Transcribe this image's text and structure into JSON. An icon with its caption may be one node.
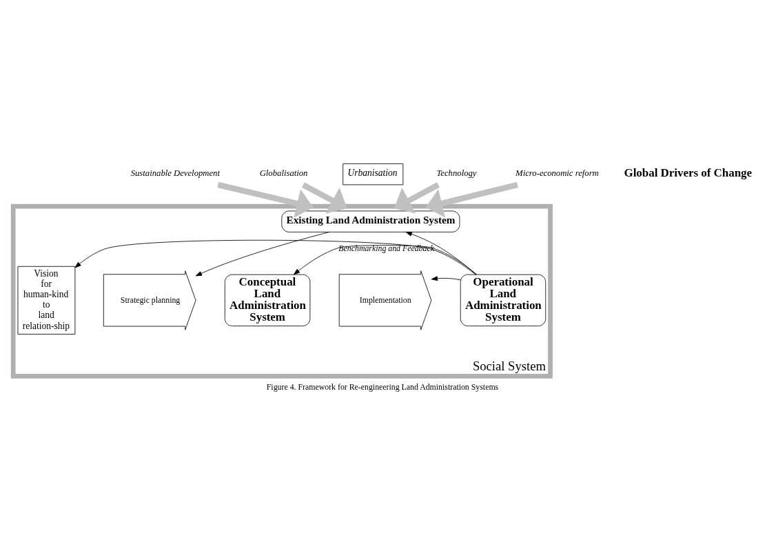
{
  "diagram": {
    "caption": "Figure 4. Framework for Re-engineering Land Administration Systems",
    "nodes": [
      {
        "text": [
          "Social System"
        ]
      },
      {
        "text": [
          "Urbanisation"
        ]
      },
      {
        "text": [
          "Globalisation"
        ]
      },
      {
        "text": [
          "Technology"
        ]
      },
      {
        "text": [
          "Sustainable Development"
        ]
      },
      {
        "text": [
          "Micro-economic reform"
        ]
      },
      {
        "text": [
          "Vision for human-kind to land relation-ship"
        ],
        "in": 0
      },
      {
        "text": [
          "Existing Land Administration System"
        ],
        "in": 0
      },
      {
        "text": [
          "Strategic planning"
        ],
        "in": 0
      },
      {
        "text": [
          "Conceptual Land Administration System"
        ],
        "in": 0
      },
      {
        "text": [
          "Implementation"
        ],
        "in": 0
      },
      {
        "text": [
          "Operational Land Administration System"
        ],
        "in": 0
      }
    ],
    "edges": [
      {
        "from": 4,
        "to": 0,
        "arrow": "to",
        "style": "thick",
        "color": "#c0c0c0"
      },
      {
        "from": 2,
        "to": 0,
        "arrow": "to",
        "style": "thick",
        "color": "#c0c0c0"
      },
      {
        "from": 3,
        "to": 0,
        "arrow": "to",
        "style": "thick",
        "color": "#c0c0c0"
      },
      {
        "from": 5,
        "to": 0,
        "arrow": "to",
        "style": "thick",
        "color": "#c0c0c0"
      },
      {
        "from": 11,
        "to": 6,
        "arrow": "to"
      },
      {
        "from": 11,
        "to": 7,
        "arrow": "to"
      },
      {
        "from": 11,
        "to": 9,
        "arrow": "to",
        "label": "Benchmarking and Feedback"
      },
      {
        "from": 11,
        "to": 10,
        "arrow": "to"
      },
      {
        "from": 7,
        "to": 8,
        "arrow": "to"
      }
    ],
    "labels": [
      "Global Drivers of Change"
    ]
  }
}
